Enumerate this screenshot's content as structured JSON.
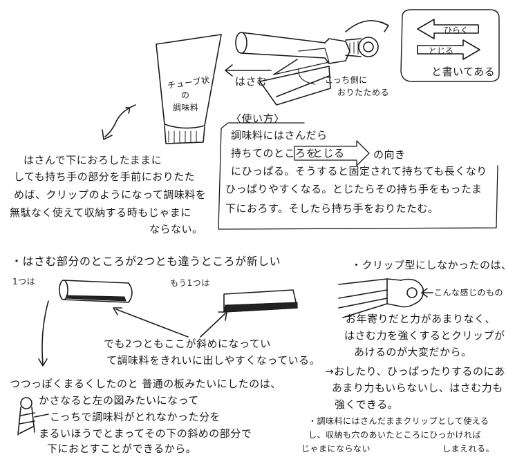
{
  "labels": {
    "tube_line1": "チューブ状",
    "tube_line2": "の",
    "tube_line3": "調味料",
    "hasamu": "はさむ",
    "fold_line1": "こっち側に",
    "fold_line2": "おりたためる",
    "hiraku": "ひらく",
    "tojiru": "とじる",
    "kaitearu": "と書いてある",
    "tsukaikata": "〈使い方〉",
    "use_l1": "調味料にはさんだら",
    "use_l2a": "持ちてのところを",
    "use_l2_box": "とじる",
    "use_l2b": "の向き",
    "use_l3": "にひっぱる。そうすると固定されて持ちても長くなり",
    "use_l4": "ひっぱりやすくなる。とじたらその持ち手をもったま",
    "use_l5": "下におろす。そしたら持ち手をおりたたむ。",
    "left_l1": "はさんで下におろしたままに",
    "left_l2": "しても持ち手の部分を手前におりたた",
    "left_l3": "めば、クリップのようになって調味料を",
    "left_l4": "無駄なく使えて収納する時もじゃまに",
    "left_l5": "ならない。",
    "sec2_title": "・はさむ部分のところが2つとも違うところが新しい",
    "one": "1つは",
    "other": "もう1つは",
    "both_l1": "でも2つともここが斜めになってい",
    "both_l2": "て調味料をきれいに出しやすくなっている。",
    "flat_line": "つつっぽくまるくしたのと 普通の板みたいにしたのは、",
    "over_l1": "かさなると左の図みたいになって",
    "over_l2": "こっちで調味料がとれなかった分を",
    "over_l3": "まるいほうでとまってその下の斜めの部分で",
    "over_l4": "下におとすことができるから。",
    "clip_title": "・クリップ型にしなかったのは、",
    "konna": "こんな感じのもの",
    "clip_l1": "お年寄りだと力があまりなく、",
    "clip_l2": "はさむ力を強くするとクリップが",
    "clip_l3": "あけるのが大変だから。",
    "arrow_l1": "→おしたり、ひっぱったりするのにあれは",
    "arrow_l2": "あまり力もいらないし、はさむ力も",
    "arrow_l3": "強くできる。",
    "note_l1": "・調味料にはさんだままクリップとして使える",
    "note_l2": "し、収納も穴のあいたところにひっかければ",
    "note_l3a": "じゃまにならない",
    "note_l3b": "しまえれる。"
  }
}
